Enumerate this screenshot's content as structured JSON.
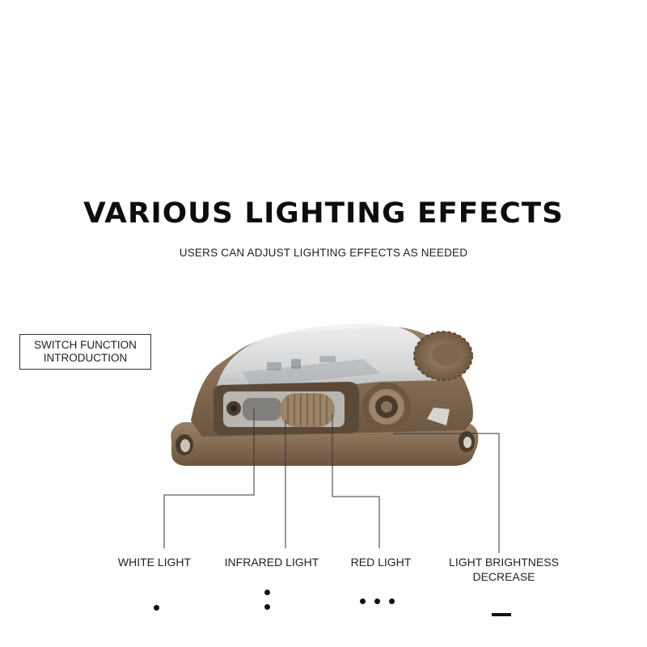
{
  "header": {
    "title": "VARIOUS LIGHTING EFFECTS",
    "subtitle": "USERS CAN ADJUST LIGHTING EFFECTS AS NEEDED"
  },
  "intro_box": {
    "line1": "SWITCH FUNCTION",
    "line2": "INTRODUCTION"
  },
  "functions": [
    {
      "label": "WHITE LIGHT",
      "pattern": "single-dot"
    },
    {
      "label": "INFRARED LIGHT",
      "pattern": "two-dots-vertical"
    },
    {
      "label": "RED LIGHT",
      "pattern": "three-dots-horizontal"
    },
    {
      "label_line1": "LIGHT BRIGHTNESS",
      "label_line2": "DECREASE",
      "pattern": "dash"
    }
  ],
  "colors": {
    "device_body": "#8a7258",
    "device_dark": "#5f4c39",
    "lens": "#e6e8ea"
  }
}
